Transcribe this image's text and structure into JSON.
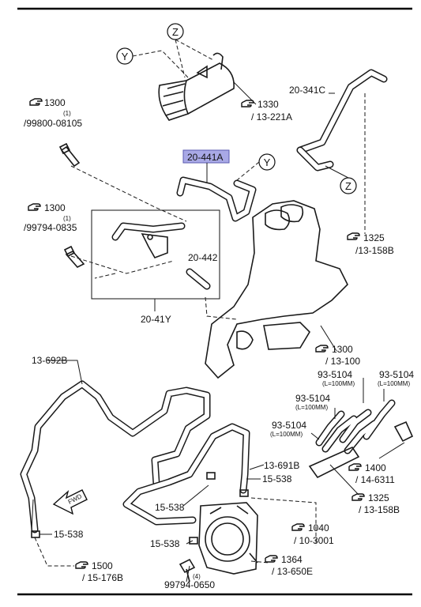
{
  "labels": {
    "ref_1300_a": "1300",
    "ref_1300_a_qty": "(1)",
    "ref_1300_a_part": "/99800-08105",
    "ref_1300_b": "1300",
    "ref_1300_b_qty": "(1)",
    "ref_1300_b_part": "/99794-0835",
    "ref_1330": "1330",
    "ref_1330_sub": "/ 13-221A",
    "part_20_341c": "20-341C",
    "part_20_441a": "20-441A",
    "part_20_442": "20-442",
    "part_20_41y": "20-41Y",
    "ref_1325_a": "1325",
    "ref_1325_a_sub": "/13-158B",
    "ref_1300_c": "1300",
    "ref_1300_c_sub": "/ 13-100",
    "part_13_692b": "13-692B",
    "part_93_5104_a": "93-5104",
    "part_93_5104_a_sub": "(L=100MM)",
    "part_93_5104_b": "93-5104",
    "part_93_5104_b_sub": "(L=100MM)",
    "part_93_5104_c": "93-5104",
    "part_93_5104_c_sub": "(L=100MM)",
    "part_93_5104_d": "93-5104",
    "part_93_5104_d_sub": "(L=100MM)",
    "part_13_691b": "13-691B",
    "part_15_538_a": "15-538",
    "part_15_538_b": "15-538",
    "part_15_538_c": "15-538",
    "part_15_538_d": "15-538",
    "ref_1400": "1400",
    "ref_1400_sub": "/ 14-6311",
    "ref_1325_b": "1325",
    "ref_1325_b_sub": "/ 13-158B",
    "ref_1040": "1040",
    "ref_1040_sub": "/ 10-3001",
    "ref_1364": "1364",
    "ref_1364_sub": "/ 13-650E",
    "ref_1500": "1500",
    "ref_1500_sub": "/ 15-176B",
    "bolt_qty": "(4)",
    "bolt_part": "99794-0650",
    "fwd": "FWD",
    "callout_z_1": "Z",
    "callout_y_1": "Y",
    "callout_y_2": "Y",
    "callout_z_2": "Z"
  },
  "highlight_color": "#a9a9e6",
  "icons": {
    "reference": "page-reference-hand-icon",
    "forward": "forward-arrow-icon"
  }
}
